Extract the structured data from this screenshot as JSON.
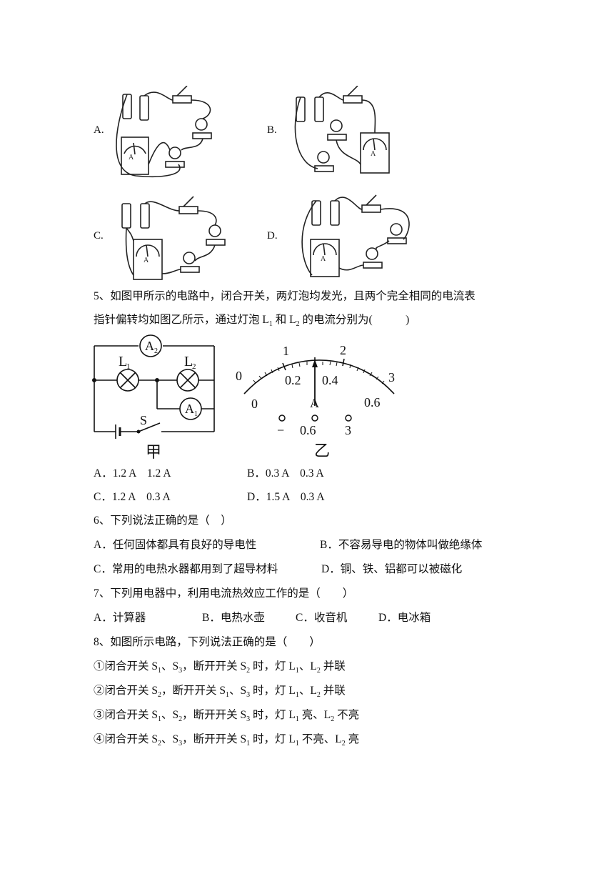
{
  "q4_options": {
    "a": {
      "letter": "A."
    },
    "b": {
      "letter": "B."
    },
    "c": {
      "letter": "C."
    },
    "d": {
      "letter": "D."
    }
  },
  "q5": {
    "stem_line1": "5、如图甲所示的电路中，闭合开关，两灯泡均发光，且两个完全相同的电流表",
    "stem_line2_a": "指针偏转均如图乙所示，通过灯泡 L",
    "stem_line2_sub1": "1",
    "stem_line2_b": " 和 L",
    "stem_line2_sub2": "2",
    "stem_line2_c": " 的电流分别为(　　　)",
    "fig_jia": {
      "caption": "甲",
      "A2": "A",
      "A2_sub": "2",
      "L1": "L",
      "L1_sub": "1",
      "L2": "L",
      "L2_sub": "2",
      "A1": "A",
      "A1_sub": "1",
      "S": "S"
    },
    "fig_yi": {
      "caption": "乙",
      "top_ticks": [
        "0",
        "1",
        "2",
        "3"
      ],
      "bottom_ticks": [
        "0",
        "0.2",
        "0.4",
        "0.6"
      ],
      "unit": "A",
      "terminals": [
        "−",
        "0.6",
        "3"
      ]
    },
    "opt_a": "A．1.2 A　1.2 A",
    "opt_b": "B．0.3 A　0.3 A",
    "opt_c": "C．1.2 A　0.3 A",
    "opt_d": "D．1.5 A　0.3 A"
  },
  "q6": {
    "stem": "6、下列说法正确的是（　）",
    "opt_a": "A．任何固体都具有良好的导电性",
    "opt_b": "B．不容易导电的物体叫做绝缘体",
    "opt_c": "C．常用的电热水器都用到了超导材料",
    "opt_d": "D．铜、铁、铝都可以被磁化"
  },
  "q7": {
    "stem": "7、下列用电器中，利用电流热效应工作的是（　　）",
    "opt_a": "A．计算器",
    "opt_b": "B．电热水壶",
    "opt_c": "C．收音机",
    "opt_d": "D．电冰箱"
  },
  "q8": {
    "stem": "8、如图所示电路，下列说法正确的是（　　）",
    "s1": {
      "a": "①闭合开关 S",
      "s1": "1",
      "b": "、S",
      "s2": "3",
      "c": "，断开开关 S",
      "s3": "2",
      "d": " 时，灯 L",
      "s4": "1",
      "e": "、L",
      "s5": "2",
      "f": " 并联"
    },
    "s2": {
      "a": "②闭合开关 S",
      "s1": "2",
      "b": "，断开开关 S",
      "s2": "1",
      "c": "、S",
      "s3": "3",
      "d": " 时，灯 L",
      "s4": "1",
      "e": "、L",
      "s5": "2",
      "f": " 并联"
    },
    "s3": {
      "a": "③闭合开关 S",
      "s1": "1",
      "b": "、S",
      "s2": "2",
      "c": "，断开开关 S",
      "s3": "3",
      "d": " 时，灯 L",
      "s4": "1",
      "e": " 亮、L",
      "s5": "2",
      "f": " 不亮"
    },
    "s4": {
      "a": "④闭合开关 S",
      "s1": "2",
      "b": "、S",
      "s2": "3",
      "c": "，断开开关 S",
      "s3": "1",
      "d": " 时，灯 L",
      "s4": "1",
      "e": " 不亮、L",
      "s5": "2",
      "f": " 亮"
    }
  }
}
